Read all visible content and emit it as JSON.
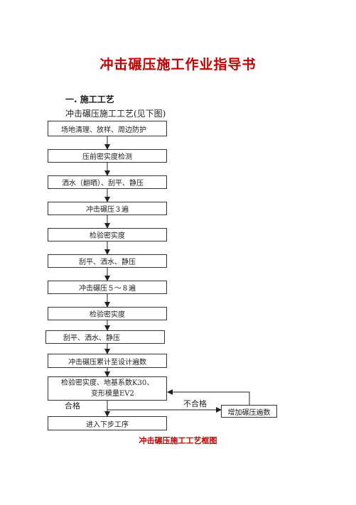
{
  "title": "冲击碾压施工作业指导书",
  "section_heading": "一. 施工工艺",
  "intro": "冲击碾压施工工艺(见下图)",
  "flow_steps": [
    "场地清理、放样、周边防护",
    "压前密实度检测",
    "洒水（翻晒）、刮平、静压",
    "冲击碾压３遍",
    "检验密实度",
    "刮平、洒水、静压",
    "冲击碾压５～８遍",
    "检验密实度",
    "刮平、洒水、静压",
    "冲击碾压累计至设计遍数"
  ],
  "check_box": {
    "line1": "检验密实度、地基系数K30、",
    "line2": "变形模量EV2"
  },
  "pass_label": "合格",
  "fail_label": "不合格",
  "extra_box": "增加碾压遍数",
  "final_step": "进入下步工序",
  "caption": "冲击碾压施工工艺框图"
}
